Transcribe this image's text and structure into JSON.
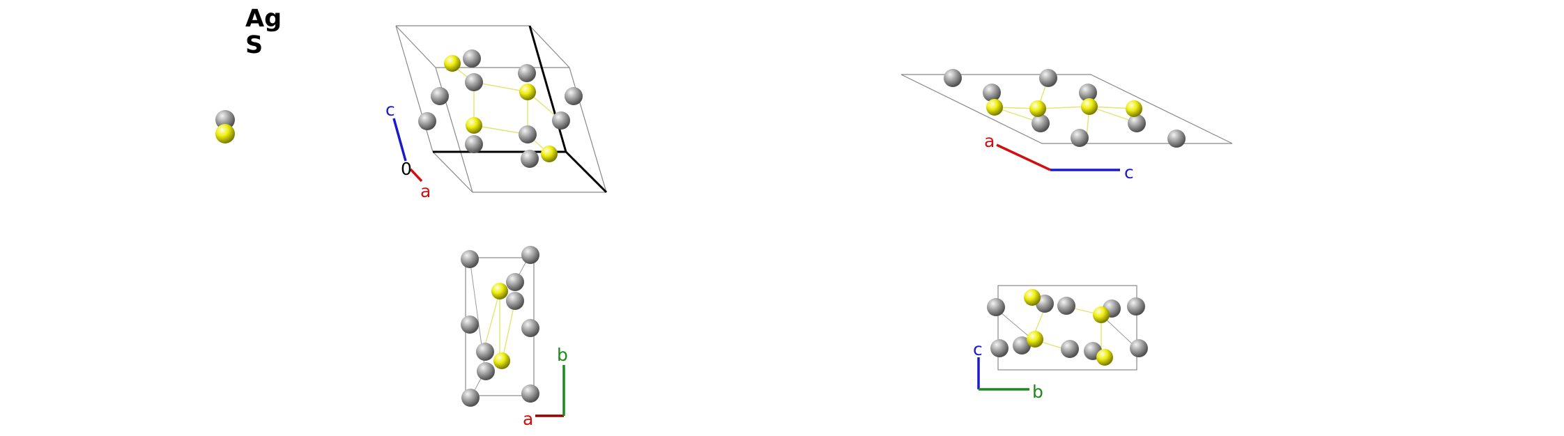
{
  "legend": {
    "elements": [
      {
        "symbol": "Ag",
        "color": "#a6a6a6"
      },
      {
        "symbol": "S",
        "color": "#f0f000"
      }
    ]
  },
  "colors": {
    "a_axis": "#d01010",
    "a_axis_dark": "#9a0000",
    "b_axis": "#1a8a1a",
    "c_axis": "#1a1acc",
    "origin": "#000000",
    "cell_edge": "#888888",
    "bond": "#e4e470"
  },
  "views": {
    "perspective": {
      "labels": {
        "a": "a",
        "c": "c",
        "origin": "0"
      }
    },
    "view_ac": {
      "labels": {
        "a": "a",
        "c": "c"
      }
    },
    "view_ab": {
      "labels": {
        "a": "a",
        "b": "b"
      }
    },
    "view_bc": {
      "labels": {
        "b": "b",
        "c": "c"
      }
    }
  }
}
